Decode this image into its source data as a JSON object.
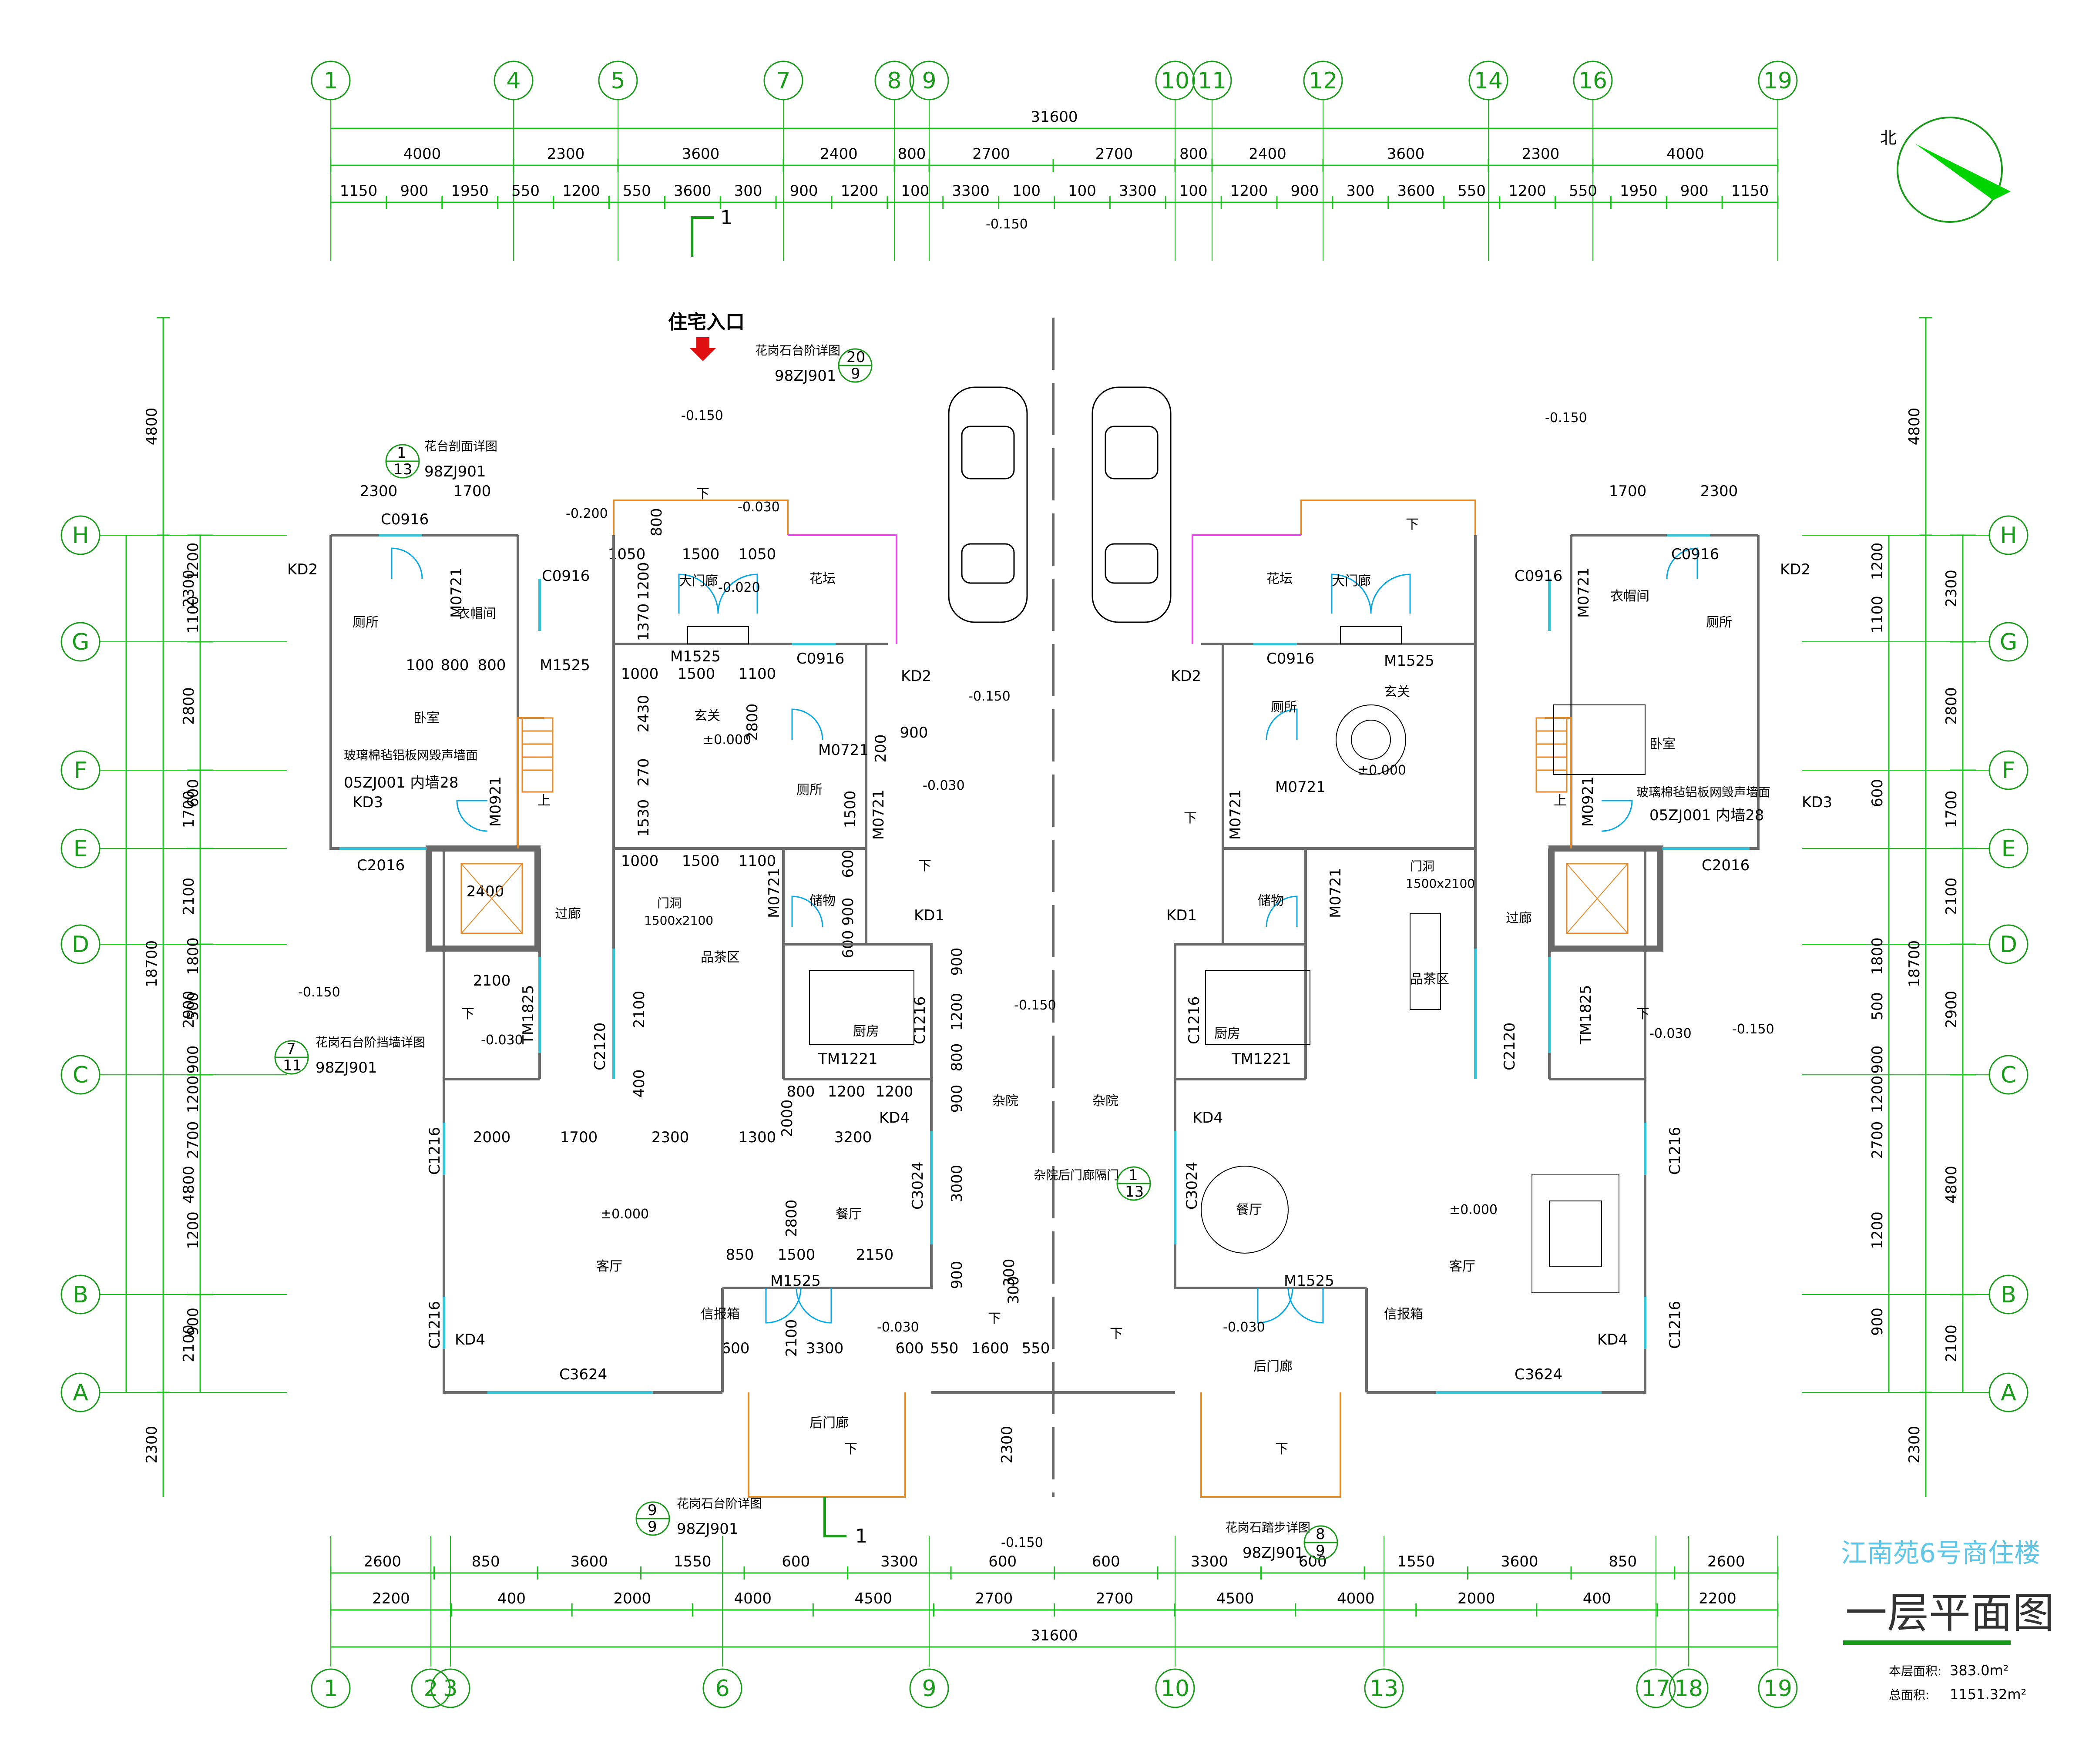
{
  "colors": {
    "dim_green": "#19c419",
    "axis_green": "#1a9a1a",
    "wall": "#6a6a6a",
    "window": "#35c3d6",
    "door": "#0aa8e0",
    "title_cyan": "#5ec6e6",
    "pink": "#e04ae0",
    "orange": "#e08a2a",
    "entry_arrow": "#e01010"
  },
  "axes_top": [
    "1",
    "4",
    "5",
    "7",
    "8",
    "9",
    "10",
    "11",
    "12",
    "14",
    "16",
    "19"
  ],
  "axes_bottom": [
    "1",
    "2",
    "3",
    "6",
    "9",
    "10",
    "13",
    "17",
    "18",
    "19"
  ],
  "axes_left": [
    "H",
    "G",
    "F",
    "E",
    "D",
    "C",
    "B",
    "A"
  ],
  "dims_top_total": "31600",
  "dims_top_row1": [
    "4000",
    "2300",
    "3600",
    "2400",
    "800",
    "2700",
    "2700",
    "800",
    "2400",
    "3600",
    "2300",
    "4000"
  ],
  "dims_top_row2": [
    "1150",
    "900",
    "1950",
    "550",
    "1200",
    "550",
    "3600",
    "300",
    "900",
    "1200",
    "100",
    "3300",
    "100",
    "100",
    "3300",
    "100",
    "1200",
    "900",
    "300",
    "3600",
    "550",
    "1200",
    "550",
    "1950",
    "900",
    "1150"
  ],
  "dims_bottom_row1": [
    "2600",
    "850",
    "3600",
    "1550",
    "600",
    "3300",
    "600",
    "600",
    "3300",
    "600",
    "1550",
    "3600",
    "850",
    "2600"
  ],
  "dims_bottom_row2": [
    "2200",
    "400",
    "2000",
    "4000",
    "4500",
    "2700",
    "2700",
    "4500",
    "4000",
    "2000",
    "400",
    "2200"
  ],
  "dims_bottom_total": "31600",
  "dims_left_outer": [
    "4800",
    "18700",
    "2300"
  ],
  "dims_left_mid": [
    "2300",
    "2800",
    "1700",
    "2100",
    "2900",
    "4800",
    "2100"
  ],
  "dims_left_inner": [
    "1200",
    "1100",
    "600",
    "1800",
    "500",
    "900",
    "1200",
    "2700",
    "1200",
    "900"
  ],
  "dims_right_inner": [
    "1200",
    "1100",
    "600",
    "1800",
    "500",
    "900",
    "1200",
    "2700",
    "1200",
    "900"
  ],
  "dims_right_mid": [
    "2300",
    "2800",
    "1700",
    "2100",
    "2900",
    "4800",
    "2100"
  ],
  "dims_right_outer": [
    "4800",
    "18700",
    "2300"
  ],
  "north": "北",
  "entrance": "住宅入口",
  "rooms": {
    "toilet": "厕所",
    "cloakroom": "衣帽间",
    "bedroom": "卧室",
    "corridor": "过廊",
    "main_porch": "大门廊",
    "planter": "花坛",
    "foyer": "玄关",
    "storage": "储物",
    "tea_area": "品茶区",
    "kitchen": "厨房",
    "dining": "餐厅",
    "living": "客厅",
    "back_porch": "后门廊",
    "yard": "杂院",
    "mailbox": "信报箱"
  },
  "labels": {
    "c0916": "C0916",
    "m0721": "M0721",
    "kd2": "KD2",
    "kd3": "KD3",
    "kd1": "KD1",
    "kd4": "KD4",
    "c2016": "C2016",
    "m0921": "M0921",
    "m1525": "M1525",
    "c2120": "C2120",
    "tm1825": "TM1825",
    "c1216": "C1216",
    "tm1221": "TM1221",
    "c3024": "C3024",
    "c3624": "C3624",
    "lv_m150": "-0.150",
    "lv_m030": "-0.030",
    "lv_m020": "-0.020",
    "lv_m200": "-0.200",
    "lv_0": "±0.000",
    "down": "下",
    "up": "上",
    "opening": "门洞",
    "opening_size": "1500x2100",
    "wall_note": "玻璃棉毡铝板网毁声墙面",
    "wall_ref": "05ZJ001 内墙28",
    "ref_98": "98ZJ901",
    "note_planter": "花台剖面详图",
    "note_granite_step": "花岗石台阶详图",
    "note_granite_wall": "花岗石台阶挡墙详图",
    "note_granite_path": "花岗石踏步详图",
    "note_yard_door": "杂院后门廊隔门",
    "sec_1": "1",
    "bub_num_13": "1",
    "bub_den_13": "13",
    "bub_num_20": "20",
    "bub_den_20": "9",
    "bub_num_7": "7",
    "bub_den_7": "11",
    "bub_num_9": "9",
    "bub_den_9": "9",
    "bub_num_8": "8",
    "bub_den_8": "9",
    "bub_num_1b": "1",
    "bub_den_1b": "13"
  },
  "inner_dims": {
    "a2300": "2300",
    "a1700": "1700",
    "a100": "100",
    "a800": "800",
    "a1050": "1050",
    "a1500": "1500",
    "a1200": "1200",
    "a1370": "1370",
    "a1000": "1000",
    "a1100": "1100",
    "a2430": "2430",
    "a2800": "2800",
    "a270": "270",
    "a1530": "1530",
    "a200": "200",
    "a900": "900",
    "a600": "600",
    "a2400": "2400",
    "a2100": "2100",
    "a400": "400",
    "a2000": "2000",
    "a3200": "3200",
    "a1300": "1300",
    "a3000": "3000",
    "a850": "850",
    "a2150": "2150",
    "a3300": "3300",
    "a550": "550",
    "a1600": "1600",
    "a300": "300"
  },
  "title": {
    "project": "江南苑6号商住楼",
    "drawing": "一层平面图",
    "floor_area_label": "本层面积:",
    "floor_area": "383.0m²",
    "total_area_label": "总面积:",
    "total_area": "1151.32m²"
  }
}
